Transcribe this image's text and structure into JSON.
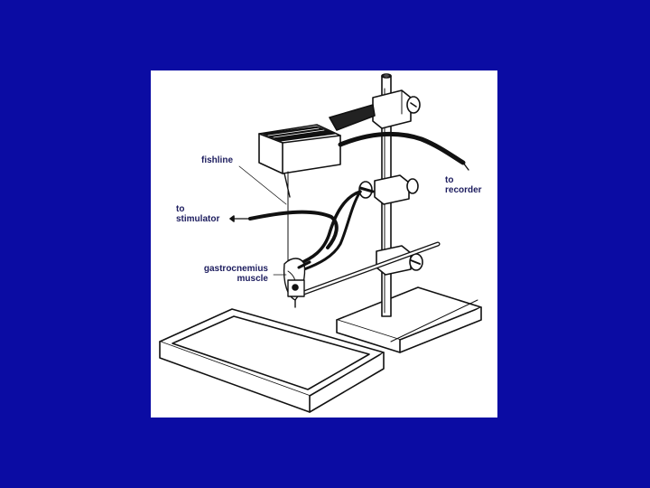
{
  "labels": {
    "fishline": "fishline",
    "recorder_line1": "to",
    "recorder_line2": "recorder",
    "stimulator_line1": "to",
    "stimulator_line2": "stimulator",
    "muscle_line1": "gastrocnemius",
    "muscle_line2": "muscle"
  },
  "colors": {
    "background": "#0b0ca3",
    "figure_bg": "#ffffff",
    "ink": "#111111",
    "label_text": "#1c1c5e"
  }
}
